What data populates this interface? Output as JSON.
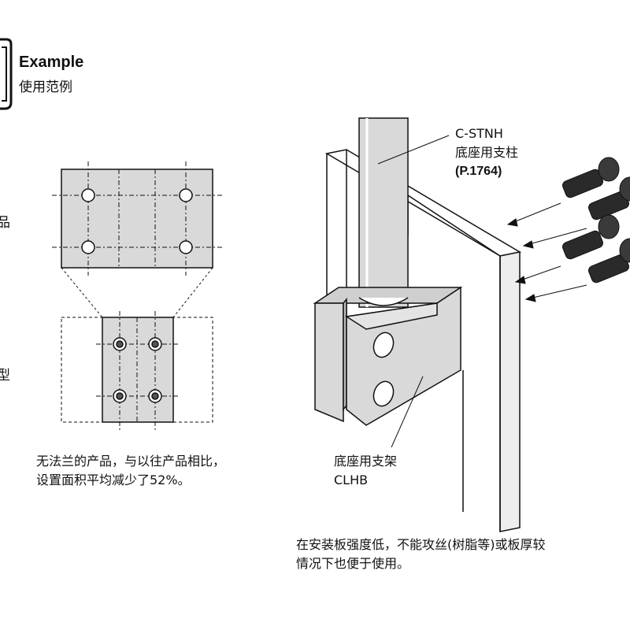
{
  "header": {
    "title_en": "Example",
    "title_zh": "使用范例"
  },
  "left_cut_text": {
    "line1": "品",
    "line2": "型"
  },
  "left_caption": {
    "line1": "无法兰的产品，与以往产品相比，",
    "line2": "设置面积平均减少了52%。"
  },
  "callouts": {
    "post_code": "C-STNH",
    "post_name": "底座用支柱",
    "post_ref": "(P.1764)",
    "bracket_name": "底座用支架",
    "bracket_code": "CLHB"
  },
  "right_caption": {
    "line1": "在安装板强度低，不能攻丝(树脂等)或板厚较",
    "line2": "情况下也便于使用。"
  },
  "colors": {
    "part_fill": "#d9d9d9",
    "part_dark": "#bdbdbd",
    "line": "#111111",
    "screw_dark": "#2a2a2a"
  },
  "icons": {
    "section_marker": "bracket-marker-icon"
  }
}
